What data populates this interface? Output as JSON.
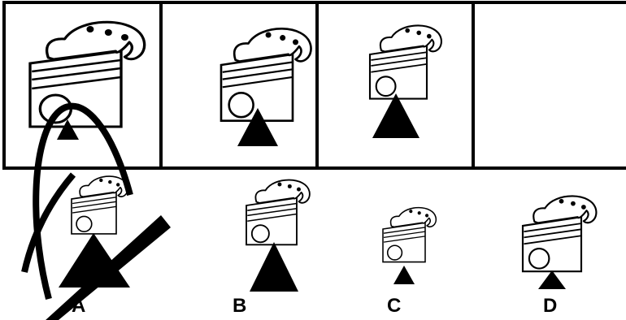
{
  "puzzle": {
    "sequence_panels": [
      {
        "content": "figure"
      },
      {
        "content": "figure"
      },
      {
        "content": "figure"
      },
      {
        "content": "empty"
      }
    ],
    "options": [
      {
        "label": "A"
      },
      {
        "label": "B"
      },
      {
        "label": "C"
      },
      {
        "label": "D"
      }
    ],
    "icons": {
      "figure": "machine-on-triangle-icon",
      "watermark": "pencil-slash-watermark"
    },
    "colors": {
      "ink": "#000000",
      "paper": "#ffffff"
    }
  }
}
